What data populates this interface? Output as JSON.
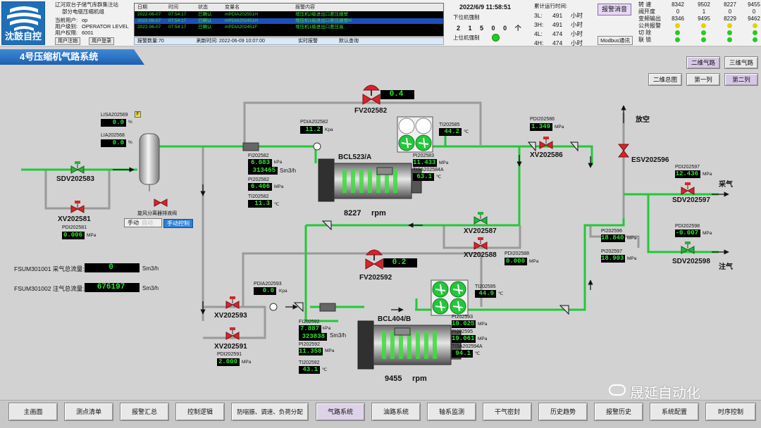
{
  "header": {
    "logo_text": "沈鼓自控",
    "site_name": "辽河双台子储气库群集注站",
    "department": "部分电驱压缩机组",
    "current_user_label": "当前用户:",
    "current_user": "op",
    "user_level_label": "用户级别:",
    "user_level": "OPERATOR LEVEL",
    "user_rights_label": "用户权限:",
    "user_rights": "6001",
    "logout_button": "用户注销",
    "login_button": "用户登录",
    "alarm_table": {
      "columns": [
        "日期",
        "时间",
        "状态",
        "变量名",
        "报警内容"
      ],
      "rows": [
        [
          "2022-06-07",
          "07:54:17",
          "已确认",
          "mPDIA202551H",
          "增压机2级进出口差压报警"
        ],
        [
          "2022-06-07",
          "07:54:17",
          "已确认",
          "mPDIA202451H",
          "增压机1级进出口差压报警H"
        ],
        [
          "2022-06-07",
          "07:54:17",
          "已确认",
          "mPDIA202451F",
          "增压机1级进出口差压高"
        ]
      ],
      "alarm_count": "报警数量:70",
      "refresh_time": "刷新时间:  2022-06-09 10:07:00",
      "realtime_alarm": "实时报警",
      "default_query": "默认查询"
    },
    "datetime": "2022/6/9 11:58:51",
    "lower_force_label": "下位机强制",
    "lower_force_digits": [
      "2",
      "1",
      "5",
      "0",
      "0"
    ],
    "lower_force_unit": "个",
    "upper_force_label": "上位机强制",
    "runtime_label": "累计运行时间:",
    "runtime": [
      {
        "name": "3L:",
        "value": "491",
        "unit": "小时"
      },
      {
        "name": "3H:",
        "value": "491",
        "unit": "小时"
      },
      {
        "name": "4L:",
        "value": "474",
        "unit": "小时"
      },
      {
        "name": "4H:",
        "value": "474",
        "unit": "小时"
      }
    ],
    "alarm_ack_button": "报警消音",
    "modbus_button": "Modbus通讯",
    "speed_table": {
      "row_labels": [
        "转   速",
        "阀开度",
        "变频输出",
        "公共报警",
        "切   除",
        "联   锁"
      ],
      "col1": [
        "8342",
        "0",
        "8346"
      ],
      "col2": [
        "9502",
        "1",
        "9495"
      ],
      "col3": [
        "8227",
        "0",
        "8229"
      ],
      "col4": [
        "9455",
        "0",
        "9462"
      ]
    },
    "colors": {
      "indicator_yellow": "#e6d200",
      "indicator_green": "#22cc22"
    }
  },
  "page": {
    "title": "4号压缩机气路系统",
    "view_buttons": [
      "二维气路",
      "三维气路",
      "二维总图",
      "第一列",
      "第二列"
    ]
  },
  "diagram": {
    "lisa": {
      "tag": "LISA202569",
      "value": "0.0",
      "unit": "%",
      "flag": "F"
    },
    "lia": {
      "tag": "LIA202568",
      "value": "0.0",
      "unit": "%"
    },
    "sdv202583": "SDV202583",
    "xv202581": "XV202581",
    "pdi202581": {
      "tag": "PDI202581",
      "value": "0.006",
      "unit": "MPa"
    },
    "separator_label": "旋风分离器排液阀",
    "manual_label": "手动",
    "manual_off": "自动",
    "manual_control": "手动控制",
    "fsum1": {
      "label": "FSUM301001 采气总流量:",
      "value": "0",
      "unit": "Sm3/h"
    },
    "fsum2": {
      "label": "FSUM301002 注气总流量:",
      "value": "676197",
      "unit": "Sm3/h"
    },
    "fv202582": {
      "tag": "FV202582",
      "value": "0.4"
    },
    "pdia202582": {
      "tag": "PDIA202582",
      "value": "11.2",
      "unit": "Kpa"
    },
    "fi202582": {
      "tag": "FI202582",
      "value": "6.083",
      "unit": "kPa",
      "flow": "313465",
      "flow_unit": "Sm3/h"
    },
    "pi202582": {
      "tag": "PI202582",
      "value": "6.406",
      "unit": "MPa"
    },
    "ti202582": {
      "tag": "TI202582",
      "value": "11.3",
      "unit": "℃"
    },
    "bcl523": {
      "name": "BCL523/A",
      "speed": "8227",
      "speed_unit": "rpm"
    },
    "ti202585": {
      "tag": "TI202585",
      "value": "44.2",
      "unit": "℃"
    },
    "pi202583": {
      "tag": "PI202583",
      "value": "11.433",
      "unit": "MPa"
    },
    "tisa202584": {
      "tag": "TISA202584A",
      "value": "63.1",
      "unit": "℃"
    },
    "pdi202586": {
      "tag": "PDI202586",
      "value": "1.349",
      "unit": "MPa"
    },
    "xv202586": "XV202586",
    "vent_label": "放空",
    "esv202596": "ESV202596",
    "pdi202597": {
      "tag": "PDI202597",
      "value": "12.436",
      "unit": "MPa"
    },
    "sdv202597": "SDV202597",
    "gas_out_label": "采气",
    "pdi202598": {
      "tag": "PDI202598",
      "value": "-0.007",
      "unit": "MPa"
    },
    "sdv202598": "SDV202598",
    "gas_in_label": "注气",
    "pi202596": {
      "tag": "PI202596",
      "value": "18.840",
      "unit": "MPa"
    },
    "pi202597": {
      "tag": "PI202597",
      "value": "18.903",
      "unit": "MPa"
    },
    "xv202587": "XV202587",
    "xv202588": "XV202588",
    "pdi202588": {
      "tag": "PDI202588",
      "value": "0.000",
      "unit": "MPa"
    },
    "fv202592": {
      "tag": "FV202592",
      "value": "0.2"
    },
    "pdia202593": {
      "tag": "PDIA202593",
      "value": "0.0",
      "unit": "Kpa"
    },
    "xv202593": "XV202593",
    "xv202591": "XV202591",
    "pdi202591": {
      "tag": "PDI202591",
      "value": "2.000",
      "unit": "MPa"
    },
    "fi202592": {
      "tag": "FI202592",
      "value": "7.887",
      "unit": "kPa",
      "flow": "323838",
      "flow_unit": "Sm3/h"
    },
    "pi202592": {
      "tag": "PI202592",
      "value": "11.358",
      "unit": "MPa"
    },
    "ti202592": {
      "tag": "TI202592",
      "value": "43.1",
      "unit": "℃"
    },
    "bcl404": {
      "name": "BCL404/B",
      "speed": "9455",
      "speed_unit": "rpm"
    },
    "ti202595": {
      "tag": "TI202595",
      "value": "44.9",
      "unit": "℃"
    },
    "pi202593": {
      "tag": "PI202593",
      "value": "19.025",
      "unit": "MPa"
    },
    "pi202595": {
      "tag": "PI202595",
      "value": "19.061",
      "unit": "MPa"
    },
    "tisa202594": {
      "tag": "TISA202594A",
      "value": "94.1",
      "unit": "℃"
    },
    "colors": {
      "pipe_active": "#22c83a",
      "pipe_idle": "#9a9a9a",
      "valve_red": "#d8232a",
      "valve_green": "#26b33a"
    }
  },
  "watermark": "晟延自动化",
  "nav": [
    "主画面",
    "测点清单",
    "报警汇总",
    "控制逻辑",
    "防喘振、调速、负荷分配",
    "气路系统",
    "油路系统",
    "轴系监测",
    "干气密封",
    "历史趋势",
    "报警历史",
    "系统配置",
    "时序控制"
  ]
}
